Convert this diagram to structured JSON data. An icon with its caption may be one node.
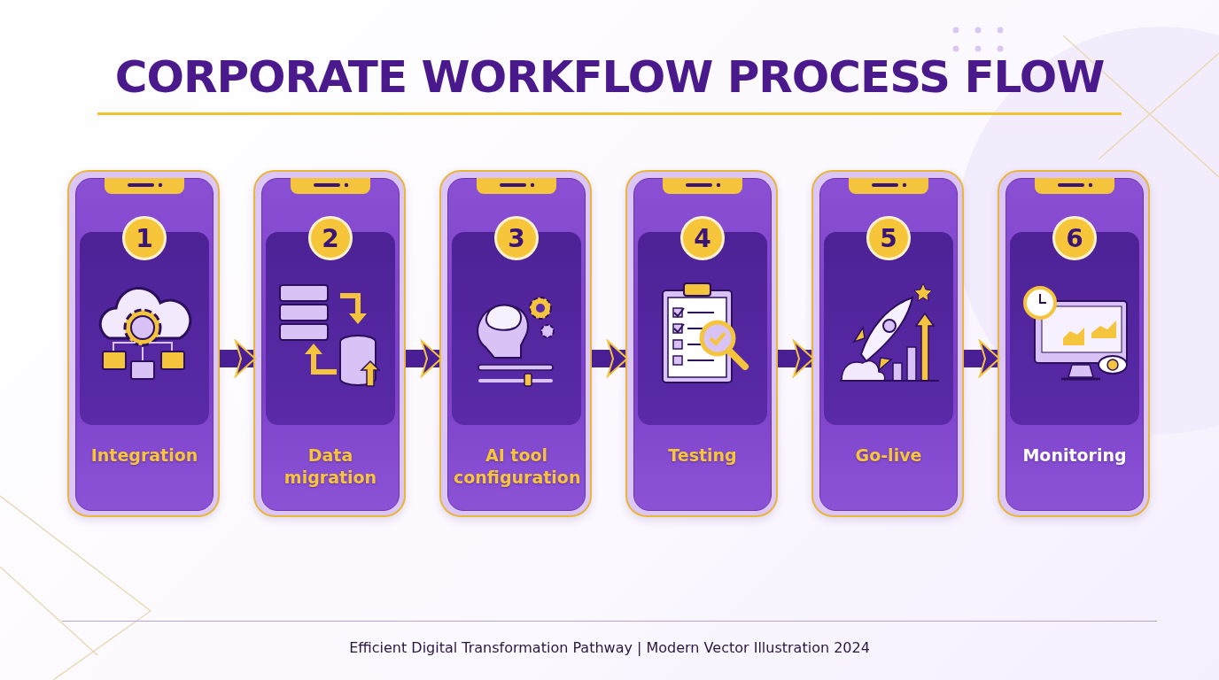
{
  "diagram": {
    "title": "CORPORATE WORKFLOW PROCESS FLOW",
    "caption": "Efficient Digital Transformation Pathway | Modern Vector Illustration 2024",
    "nodes": [
      {
        "text": [
          "1",
          "Integration"
        ]
      },
      {
        "text": [
          "2",
          "Data migration"
        ]
      },
      {
        "text": [
          "3",
          "AI tool configuration"
        ]
      },
      {
        "text": [
          "4",
          "Testing"
        ]
      },
      {
        "text": [
          "5",
          "Go-live"
        ]
      },
      {
        "text": [
          "6",
          "Monitoring"
        ]
      }
    ],
    "edges": [
      {
        "from": 0,
        "to": 1,
        "arrow": "to"
      },
      {
        "from": 1,
        "to": 2,
        "arrow": "to"
      },
      {
        "from": 2,
        "to": 3,
        "arrow": "to"
      },
      {
        "from": 3,
        "to": 4,
        "arrow": "to"
      },
      {
        "from": 4,
        "to": 5,
        "arrow": "to"
      }
    ]
  }
}
